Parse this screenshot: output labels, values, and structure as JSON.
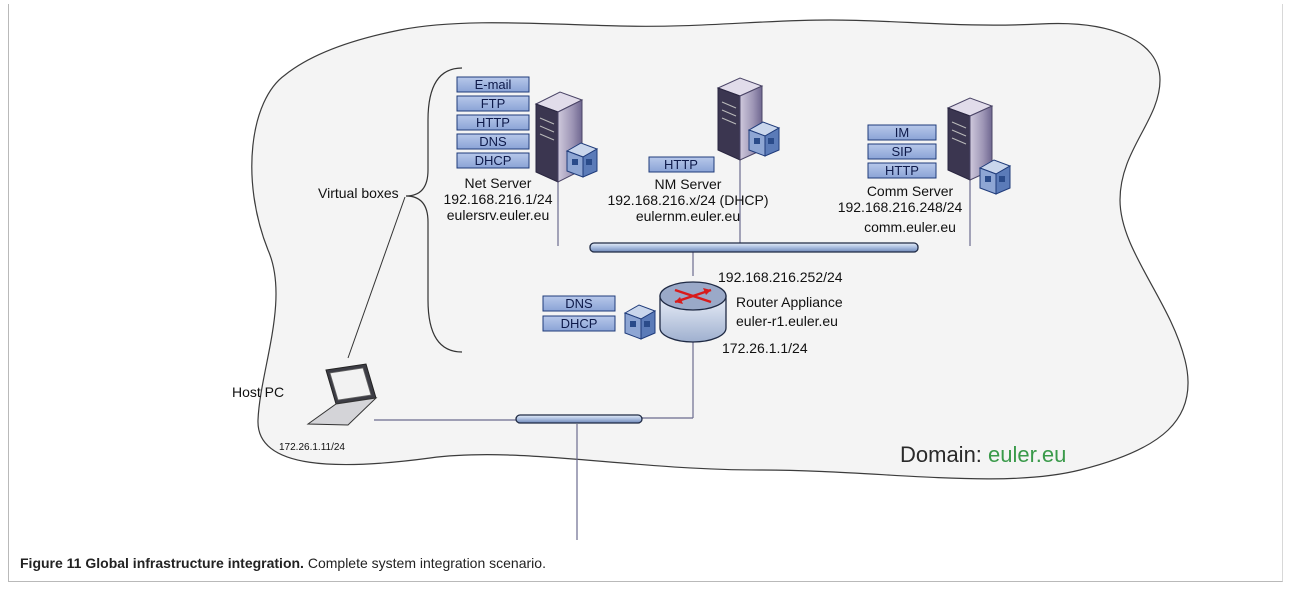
{
  "caption": {
    "label": "Figure 11",
    "title": "Global infrastructure integration.",
    "text": "Complete system integration scenario."
  },
  "virtual_boxes_label": "Virtual boxes",
  "net_server": {
    "services": [
      "E-mail",
      "FTP",
      "HTTP",
      "DNS",
      "DHCP"
    ],
    "name": "Net Server",
    "ip": "192.168.216.1/24",
    "host": "eulersrv.euler.eu"
  },
  "nm_server": {
    "services": [
      "HTTP"
    ],
    "name": "NM Server",
    "ip": "192.168.216.x/24 (DHCP)",
    "host": "eulernm.euler.eu"
  },
  "comm_server": {
    "services": [
      "IM",
      "SIP",
      "HTTP"
    ],
    "name": "Comm Server",
    "ip": "192.168.216.248/24",
    "host": "comm.euler.eu"
  },
  "router": {
    "services": [
      "DNS",
      "DHCP"
    ],
    "ip_top": "192.168.216.252/24",
    "name": "Router Appliance",
    "host": "euler-r1.euler.eu",
    "ip_bottom": "172.26.1.1/24"
  },
  "host_pc": {
    "name": "Host PC",
    "ip": "172.26.1.11/24"
  },
  "domain": {
    "prefix": "Domain: ",
    "name": "euler.eu",
    "name_color": "#3a9a4a"
  }
}
